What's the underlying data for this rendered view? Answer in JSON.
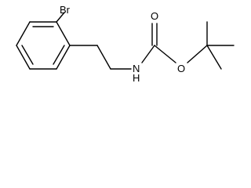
{
  "molecule": {
    "atoms": {
      "bromine": "Br",
      "amide_nitrogen": "N",
      "amide_hydrogen": "H",
      "carbonyl_oxygen": "O",
      "ester_oxygen": "O"
    }
  }
}
